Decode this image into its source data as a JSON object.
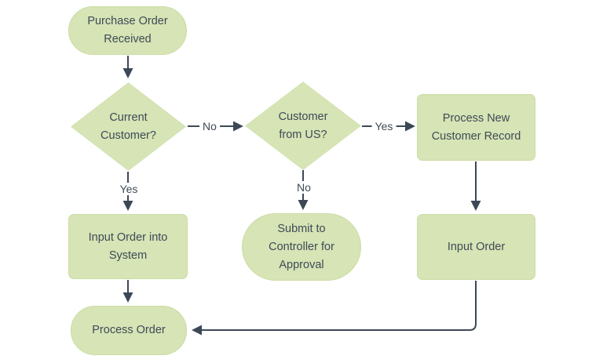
{
  "diagram": {
    "type": "flowchart",
    "colors": {
      "node_fill": "#d6e4b6",
      "node_border": "#cbdda4",
      "text": "#3f4a55",
      "arrow": "#3d4856",
      "background": "#ffffff"
    },
    "nodes": [
      {
        "id": "purchase-order-received",
        "type": "terminator",
        "label": "Purchase Order Received"
      },
      {
        "id": "current-customer",
        "type": "decision",
        "label": "Current Customer?"
      },
      {
        "id": "customer-from-us",
        "type": "decision",
        "label": "Customer from US?"
      },
      {
        "id": "process-new-customer-record",
        "type": "process",
        "label": "Process New Customer Record"
      },
      {
        "id": "input-order-into-system",
        "type": "process",
        "label": "Input Order into System"
      },
      {
        "id": "submit-to-controller-for-approval",
        "type": "terminator",
        "label": "Submit to Controller for Approval"
      },
      {
        "id": "input-order",
        "type": "process",
        "label": "Input Order"
      },
      {
        "id": "process-order",
        "type": "terminator",
        "label": "Process Order"
      }
    ],
    "edges": [
      {
        "from": "purchase-order-received",
        "to": "current-customer",
        "label": ""
      },
      {
        "from": "current-customer",
        "to": "customer-from-us",
        "label": "No"
      },
      {
        "from": "customer-from-us",
        "to": "process-new-customer-record",
        "label": "Yes"
      },
      {
        "from": "current-customer",
        "to": "input-order-into-system",
        "label": "Yes"
      },
      {
        "from": "customer-from-us",
        "to": "submit-to-controller-for-approval",
        "label": "No"
      },
      {
        "from": "process-new-customer-record",
        "to": "input-order",
        "label": ""
      },
      {
        "from": "input-order-into-system",
        "to": "process-order",
        "label": ""
      },
      {
        "from": "input-order",
        "to": "process-order",
        "label": ""
      }
    ]
  }
}
